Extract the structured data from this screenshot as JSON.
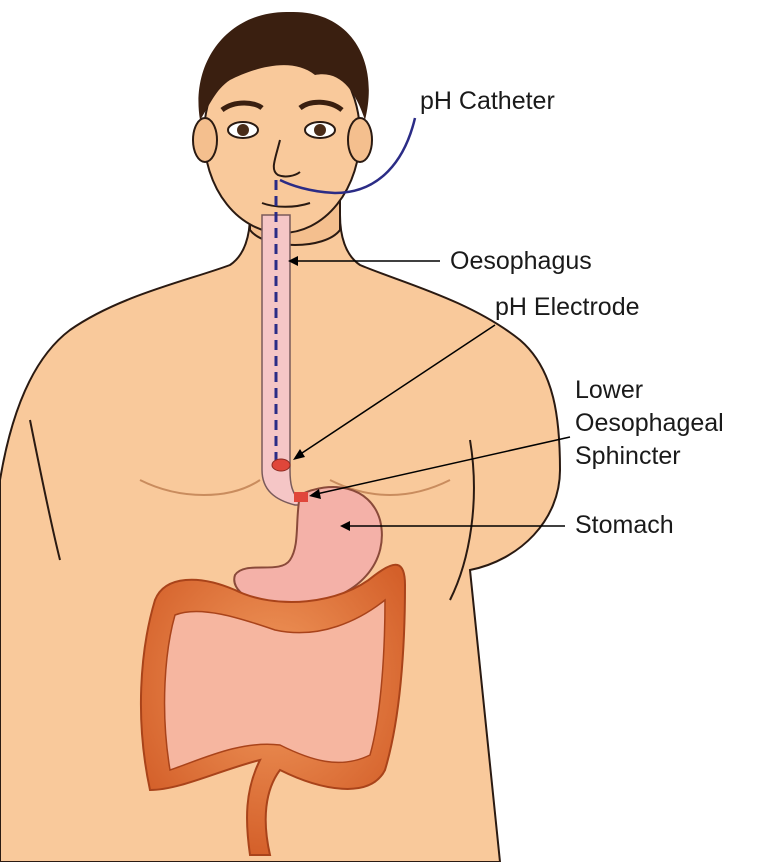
{
  "labels": {
    "catheter": "pH Catheter",
    "oesophagus": "Oesophagus",
    "electrode": "pH Electrode",
    "les_line1": "Lower",
    "les_line2": "Oesophageal",
    "les_line3": "Sphincter",
    "stomach": "Stomach"
  },
  "colors": {
    "skin": "#f9c99b",
    "skin_shadow": "#f0b07a",
    "hair": "#3a1f10",
    "oesophagus": "#f5c6c6",
    "stomach": "#f4b1a8",
    "colon": "#e57a3a",
    "small_intestine": "#f6b6a0",
    "catheter": "#2b2c86",
    "sphincter": "#e0463a",
    "leader": "#000000"
  }
}
